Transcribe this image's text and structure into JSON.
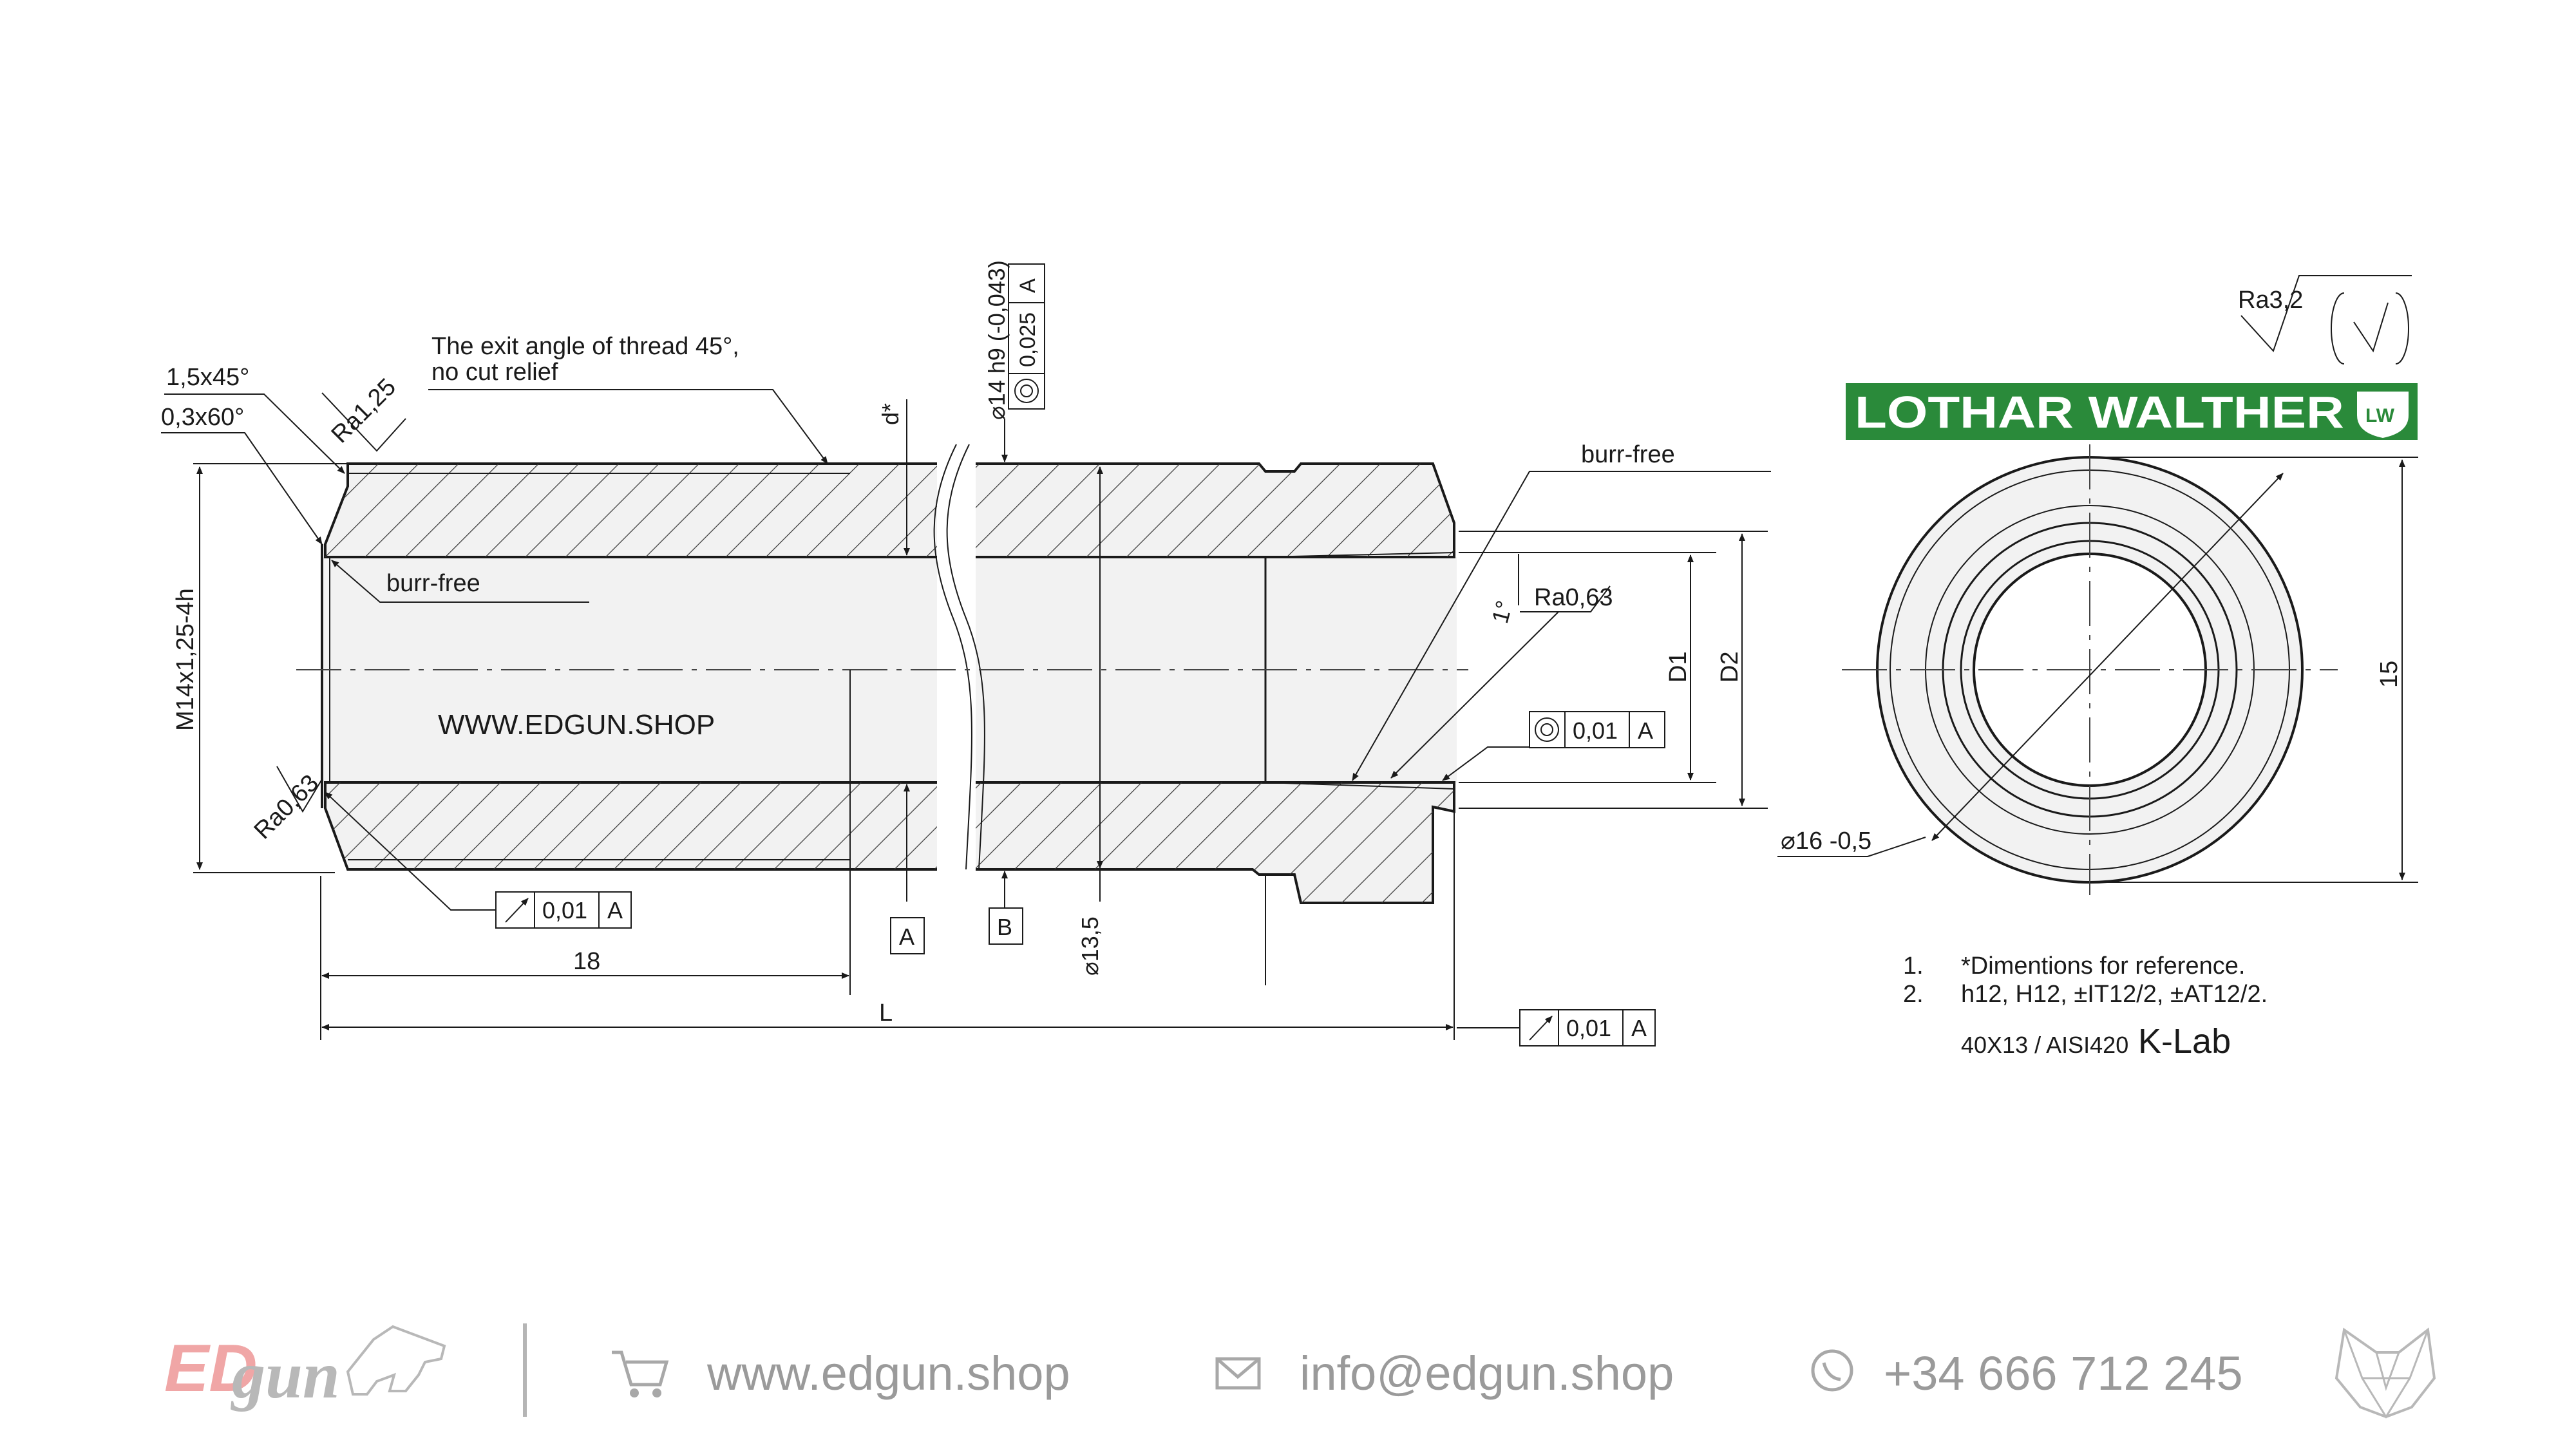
{
  "drawing": {
    "notes": {
      "exit_angle_line1": "The exit angle of thread 45°,",
      "exit_angle_line2": "no cut relief",
      "chamfer_1": "1,5x45°",
      "chamfer_2": "0,3x60°",
      "roughness_ra125": "Ra1,25",
      "burr_free_left": "burr-free",
      "burr_free_right": "burr-free",
      "roughness_ra063_left": "Ra0,63",
      "roughness_ra063_right": "Ra0,63",
      "angle_1deg": "1°",
      "d_star": "d*",
      "watermark": "WWW.EDGUN.SHOP"
    },
    "dimensions": {
      "thread": "M14x1,25-4h",
      "len_18": "18",
      "len_L": "L",
      "dia_13_5": "⌀13,5",
      "dia_14_h9": "⌀14 h9 (-0,043)",
      "D1": "D1",
      "D2": "D2",
      "dia_16": "⌀16 -0,5",
      "height_15": "15"
    },
    "tolerances": {
      "fcf_top_value": "0,025",
      "fcf_top_datum": "A",
      "fcf_runout_left_value": "0,01",
      "fcf_runout_left_datum": "A",
      "fcf_conc_right_value": "0,01",
      "fcf_conc_right_datum": "A",
      "fcf_runout_right_value": "0,01",
      "fcf_runout_right_datum": "A",
      "datum_a": "A",
      "datum_b": "B"
    },
    "surface_finish_general": "Ra3,2",
    "brand": "LOTHAR WALTHER",
    "brand_badge": "LW",
    "notes_list": [
      {
        "num": "1.",
        "text": "*Dimentions for reference."
      },
      {
        "num": "2.",
        "text": "h12, H12, ±IT12/2, ±AT12/2."
      }
    ],
    "material": "40X13 / AISI420",
    "lab": "K-Lab"
  },
  "footer": {
    "logo_ed": "ED",
    "logo_gun": "gun",
    "website": "www.edgun.shop",
    "email": "info@edgun.shop",
    "phone": "+34 666 712 245"
  }
}
